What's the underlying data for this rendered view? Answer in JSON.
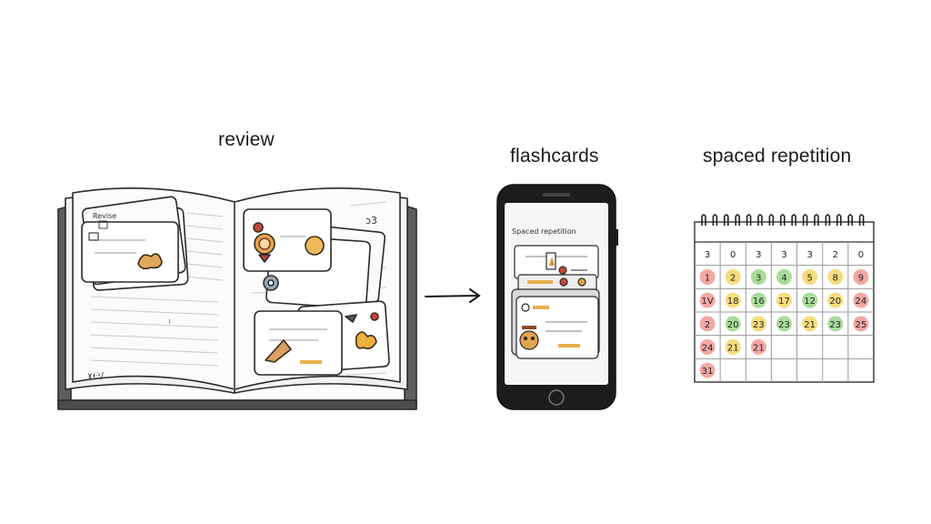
{
  "labels": {
    "review": "review",
    "flashcards": "flashcards",
    "spaced_repetition": "spaced repetition"
  },
  "book": {
    "card_note": "Revise",
    "corner_scribble": "ɤ℮/"
  },
  "phone": {
    "screen_title": "Spaced repetition"
  },
  "calendar": {
    "rows": [
      [
        {
          "t": "3",
          "c": "none"
        },
        {
          "t": "0",
          "c": "none"
        },
        {
          "t": "3",
          "c": "none"
        },
        {
          "t": "3",
          "c": "none"
        },
        {
          "t": "3",
          "c": "none"
        },
        {
          "t": "2",
          "c": "none"
        },
        {
          "t": "0",
          "c": "none"
        }
      ],
      [
        {
          "t": "1",
          "c": "red"
        },
        {
          "t": "2",
          "c": "yellow"
        },
        {
          "t": "3",
          "c": "green"
        },
        {
          "t": "4",
          "c": "green"
        },
        {
          "t": "5",
          "c": "yellow"
        },
        {
          "t": "8",
          "c": "yellow"
        },
        {
          "t": "9",
          "c": "red"
        }
      ],
      [
        {
          "t": "1V",
          "c": "red"
        },
        {
          "t": "18",
          "c": "yellow"
        },
        {
          "t": "16",
          "c": "green"
        },
        {
          "t": "17",
          "c": "yellow"
        },
        {
          "t": "12",
          "c": "green"
        },
        {
          "t": "20",
          "c": "yellow"
        },
        {
          "t": "24",
          "c": "red"
        }
      ],
      [
        {
          "t": "2",
          "c": "red"
        },
        {
          "t": "20",
          "c": "green"
        },
        {
          "t": "23",
          "c": "yellow"
        },
        {
          "t": "23",
          "c": "green"
        },
        {
          "t": "21",
          "c": "yellow"
        },
        {
          "t": "23",
          "c": "green"
        },
        {
          "t": "25",
          "c": "red"
        }
      ],
      [
        {
          "t": "24",
          "c": "red"
        },
        {
          "t": "21",
          "c": "yellow"
        },
        {
          "t": "21",
          "c": "red"
        },
        {
          "t": "",
          "c": "none"
        },
        {
          "t": "",
          "c": "none"
        },
        {
          "t": "",
          "c": "none"
        },
        {
          "t": "",
          "c": "none"
        }
      ],
      [
        {
          "t": "31",
          "c": "red"
        },
        {
          "t": "",
          "c": "none"
        },
        {
          "t": "",
          "c": "none"
        },
        {
          "t": "",
          "c": "none"
        },
        {
          "t": "",
          "c": "none"
        },
        {
          "t": "",
          "c": "none"
        },
        {
          "t": "",
          "c": "none"
        }
      ]
    ],
    "colors": {
      "red": "#f4a7a4",
      "yellow": "#f6dc7e",
      "green": "#a9dc9a"
    }
  }
}
